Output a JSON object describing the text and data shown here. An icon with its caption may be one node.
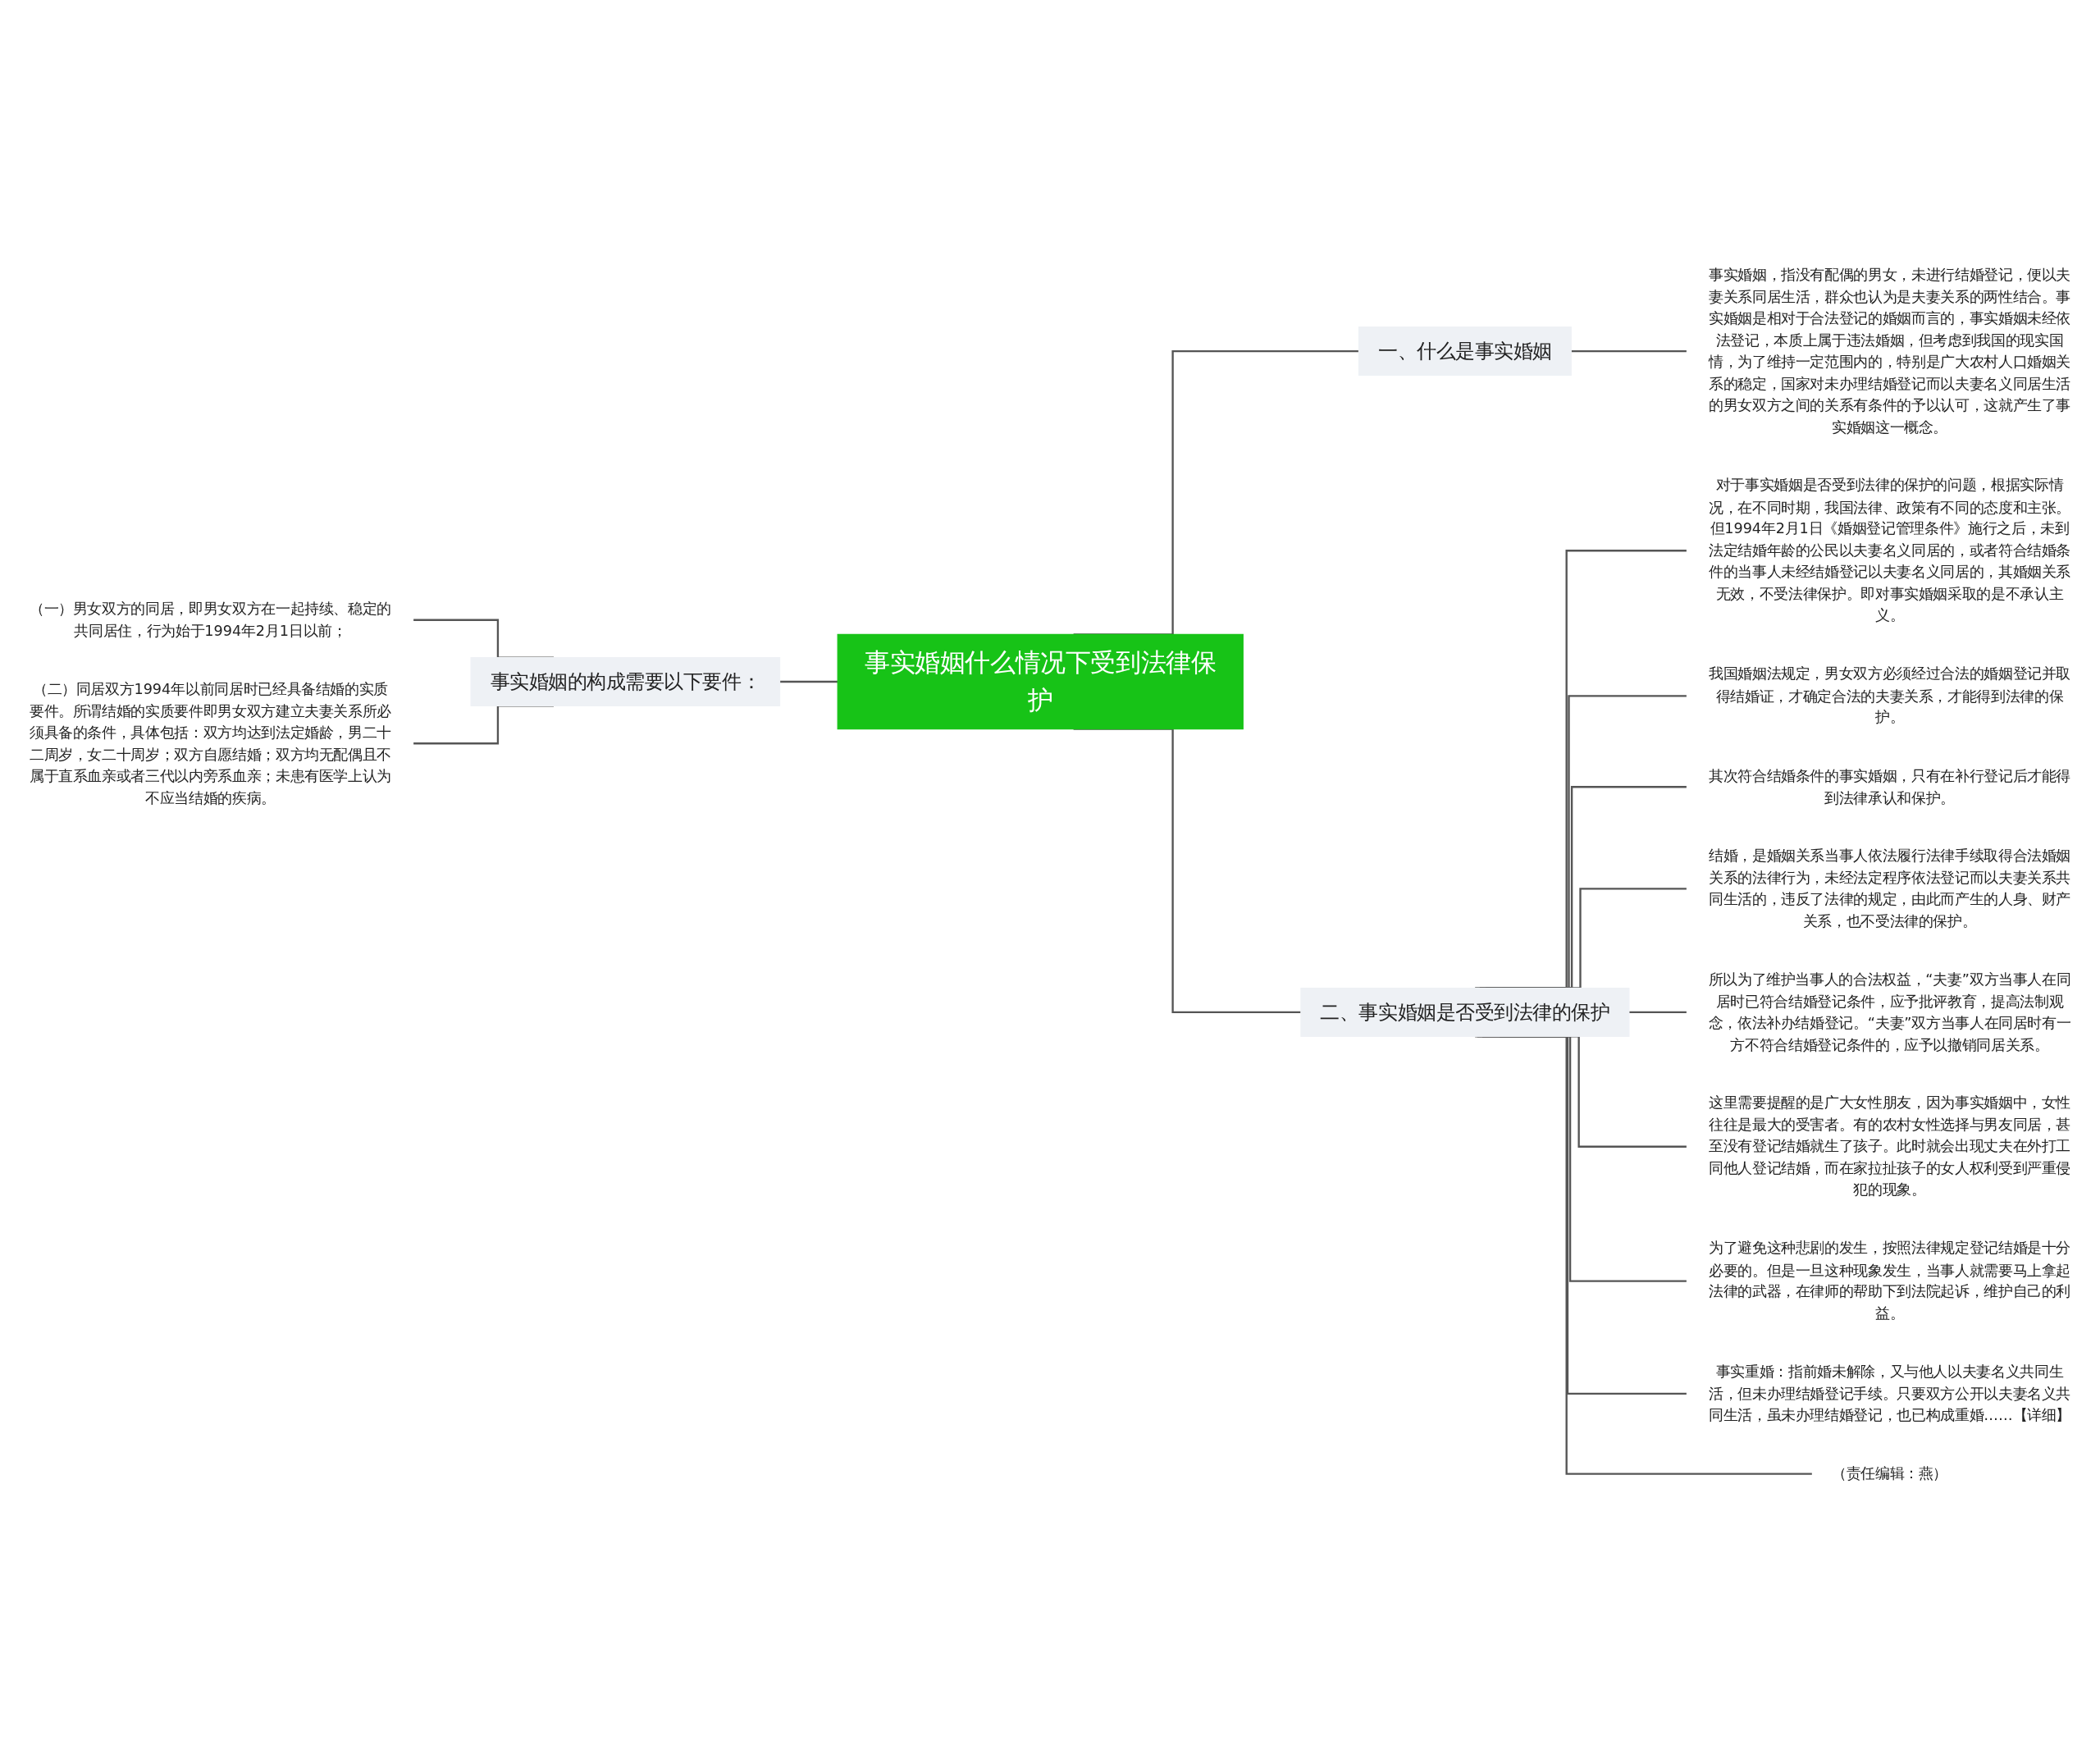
{
  "diagram": {
    "nodes": [
      {
        "text": [
          "事实婚姻什么情况下受到法律保护"
        ]
      },
      {
        "text": [
          "事实婚姻的构成需要以下要件："
        ]
      },
      {
        "text": [
          "（一）男女双方的同居，即男女双方在一起持续、稳定的共同居住，行为始于1994年2月1日以前；"
        ]
      },
      {
        "text": [
          "（二）同居双方1994年以前同居时已经具备结婚的实质要件。所谓结婚的实质要件即男女双方建立夫妻关系所必须具备的条件，具体包括：双方均达到法定婚龄，男二十二周岁，女二十周岁；双方自愿结婚；双方均无配偶且不属于直系血亲或者三代以内旁系血亲；未患有医学上认为不应当结婚的疾病。"
        ]
      },
      {
        "text": [
          "一、什么是事实婚姻"
        ]
      },
      {
        "text": [
          "事实婚姻，指没有配偶的男女，未进行结婚登记，便以夫妻关系同居生活，群众也认为是夫妻关系的两性结合。事实婚姻是相对于合法登记的婚姻而言的，事实婚姻未经依法登记，本质上属于违法婚姻，但考虑到我国的现实国情，为了维持一定范围内的，特别是广大农村人口婚姻关系的稳定，国家对未办理结婚登记而以夫妻名义同居生活的男女双方之间的关系有条件的予以认可，这就产生了事实婚姻这一概念。"
        ]
      },
      {
        "text": [
          "二、事实婚姻是否受到法律的保护"
        ]
      },
      {
        "text": [
          "对于事实婚姻是否受到法律的保护的问题，根据实际情况，在不同时期，我国法律、政策有不同的态度和主张。但1994年2月1日《婚姻登记管理条件》施行之后，未到法定结婚年龄的公民以夫妻名义同居的，或者符合结婚条件的当事人未经结婚登记以夫妻名义同居的，其婚姻关系无效，不受法律保护。即对事实婚姻采取的是不承认主义。"
        ]
      },
      {
        "text": [
          "我国婚姻法规定，男女双方必须经过合法的婚姻登记并取得结婚证，才确定合法的夫妻关系，才能得到法律的保护。"
        ]
      },
      {
        "text": [
          "其次符合结婚条件的事实婚姻，只有在补行登记后才能得到法律承认和保护。"
        ]
      },
      {
        "text": [
          "结婚，是婚姻关系当事人依法履行法律手续取得合法婚姻关系的法律行为，未经法定程序依法登记而以夫妻关系共同生活的，违反了法律的规定，由此而产生的人身、财产关系，也不受法律的保护。"
        ]
      },
      {
        "text": [
          "所以为了维护当事人的合法权益，“夫妻”双方当事人在同居时已符合结婚登记条件，应予批评教育，提高法制观念，依法补办结婚登记。“夫妻”双方当事人在同居时有一方不符合结婚登记条件的，应予以撤销同居关系。"
        ]
      },
      {
        "text": [
          "这里需要提醒的是广大女性朋友，因为事实婚姻中，女性往往是最大的受害者。有的农村女性选择与男友同居，甚至没有登记结婚就生了孩子。此时就会出现丈夫在外打工同他人登记结婚，而在家拉扯孩子的女人权利受到严重侵犯的现象。"
        ]
      },
      {
        "text": [
          "为了避免这种悲剧的发生，按照法律规定登记结婚是十分必要的。但是一旦这种现象发生，当事人就需要马上拿起法律的武器，在律师的帮助下到法院起诉，维护自己的利益。"
        ]
      },
      {
        "text": [
          "事实重婚：指前婚未解除，又与他人以夫妻名义共同生活，但未办理结婚登记手续。只要双方公开以夫妻名义共同生活，虽未办理结婚登记，也已构成重婚……【详细】"
        ]
      },
      {
        "text": [
          "（责任编辑：燕）"
        ]
      }
    ],
    "edges": [
      {
        "from": 0,
        "to": 1,
        "arrow": "none"
      },
      {
        "from": 1,
        "to": 2,
        "arrow": "none"
      },
      {
        "from": 1,
        "to": 3,
        "arrow": "none"
      },
      {
        "from": 0,
        "to": 4,
        "arrow": "none"
      },
      {
        "from": 4,
        "to": 5,
        "arrow": "none"
      },
      {
        "from": 0,
        "to": 6,
        "arrow": "none"
      },
      {
        "from": 6,
        "to": 7,
        "arrow": "none"
      },
      {
        "from": 6,
        "to": 8,
        "arrow": "none"
      },
      {
        "from": 6,
        "to": 9,
        "arrow": "none"
      },
      {
        "from": 6,
        "to": 10,
        "arrow": "none"
      },
      {
        "from": 6,
        "to": 11,
        "arrow": "none"
      },
      {
        "from": 6,
        "to": 12,
        "arrow": "none"
      },
      {
        "from": 6,
        "to": 13,
        "arrow": "none"
      },
      {
        "from": 6,
        "to": 14,
        "arrow": "none"
      },
      {
        "from": 6,
        "to": 15,
        "arrow": "none"
      }
    ]
  }
}
